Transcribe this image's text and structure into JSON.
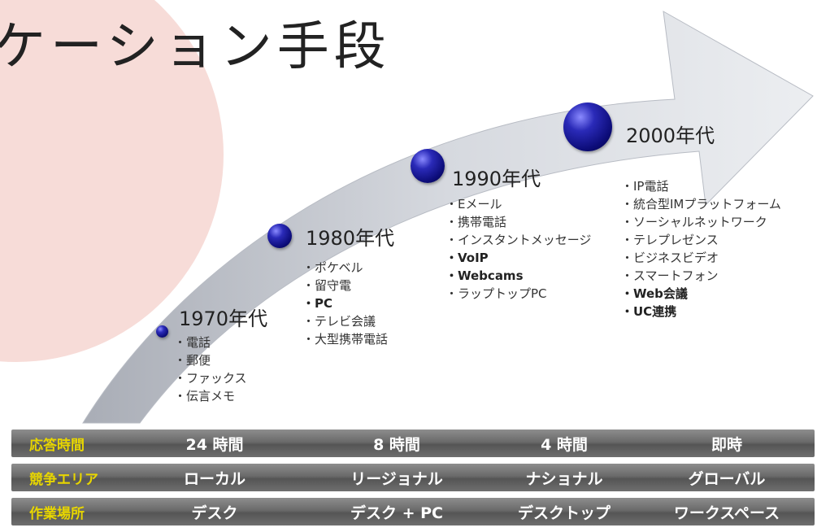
{
  "title": "ケーション手段",
  "eras": [
    {
      "label": "1970年代",
      "items": [
        {
          "text": "・電話",
          "bold": false
        },
        {
          "text": "・郵便",
          "bold": false
        },
        {
          "text": "・ファックス",
          "bold": false
        },
        {
          "text": "・伝言メモ",
          "bold": false
        }
      ]
    },
    {
      "label": "1980年代",
      "items": [
        {
          "text": "・ポケベル",
          "bold": false
        },
        {
          "text": "・留守電",
          "bold": false
        },
        {
          "text": "・PC",
          "bold": true
        },
        {
          "text": "・テレビ会議",
          "bold": false
        },
        {
          "text": "・大型携帯電話",
          "bold": false
        }
      ]
    },
    {
      "label": "1990年代",
      "items": [
        {
          "text": "・Eメール",
          "bold": false
        },
        {
          "text": "・携帯電話",
          "bold": false
        },
        {
          "text": "・インスタントメッセージ",
          "bold": false
        },
        {
          "text": "・VoIP",
          "bold": true
        },
        {
          "text": "・Webcams",
          "bold": true
        },
        {
          "text": "・ラップトップPC",
          "bold": false
        }
      ]
    },
    {
      "label": "2000年代",
      "items": [
        {
          "text": "・IP電話",
          "bold": false
        },
        {
          "text": "・統合型IMプラットフォーム",
          "bold": false
        },
        {
          "text": "・ソーシャルネットワーク",
          "bold": false
        },
        {
          "text": "・テレプレゼンス",
          "bold": false
        },
        {
          "text": "・ビジネスビデオ",
          "bold": false
        },
        {
          "text": "・スマートフォン",
          "bold": false
        },
        {
          "text": "・Web会議",
          "bold": true
        },
        {
          "text": "・UC連携",
          "bold": true
        }
      ]
    }
  ],
  "table": {
    "rows": [
      {
        "header": "応答時間",
        "cells": [
          "24 時間",
          "8 時間",
          "4 時間",
          "即時"
        ]
      },
      {
        "header": "競争エリア",
        "cells": [
          "ローカル",
          "リージョナル",
          "ナショナル",
          "グローバル"
        ]
      },
      {
        "header": "作業場所",
        "cells": [
          "デスク",
          "デスク + PC",
          "デスクトップ",
          "ワークスペース"
        ]
      }
    ]
  },
  "colors": {
    "arrow": "#c9ccd3",
    "decor_circle": "#f7dcd8",
    "ball": "#1a1aa0",
    "header_text": "#e8d600"
  }
}
